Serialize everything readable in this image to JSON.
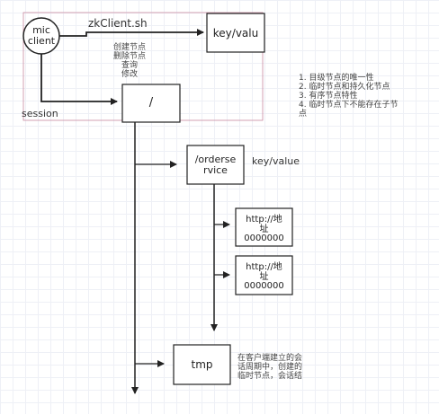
{
  "nodes": {
    "mic_client": {
      "line1": "mic",
      "line2": "client"
    },
    "zk_client_label": "zkClient.sh",
    "key_value_box": "key/valu",
    "ops": [
      "创建节点",
      "删除节点",
      "查询",
      "修改"
    ],
    "root": "/",
    "session": "session",
    "notes": [
      "1. 目级节点的唯一性",
      "2. 临时节点和持久化节点",
      "3. 有序节点特性",
      "4. 临时节点下不能存在子节",
      "点"
    ],
    "order_service": {
      "line1": "/orderse",
      "line2": "rvice"
    },
    "key_value_label": "key/value",
    "http1": {
      "line1": "http://地",
      "line2": "址",
      "line3": "0000000"
    },
    "http2": {
      "line1": "http://地",
      "line2": "址",
      "line3": "0000000"
    },
    "tmp": "tmp",
    "tmp_note": [
      "在客户端建立的会",
      "话周期中，创建的",
      "临时节点，会话结"
    ]
  },
  "colors": {
    "line": "#333333",
    "frame": "#c06080"
  }
}
